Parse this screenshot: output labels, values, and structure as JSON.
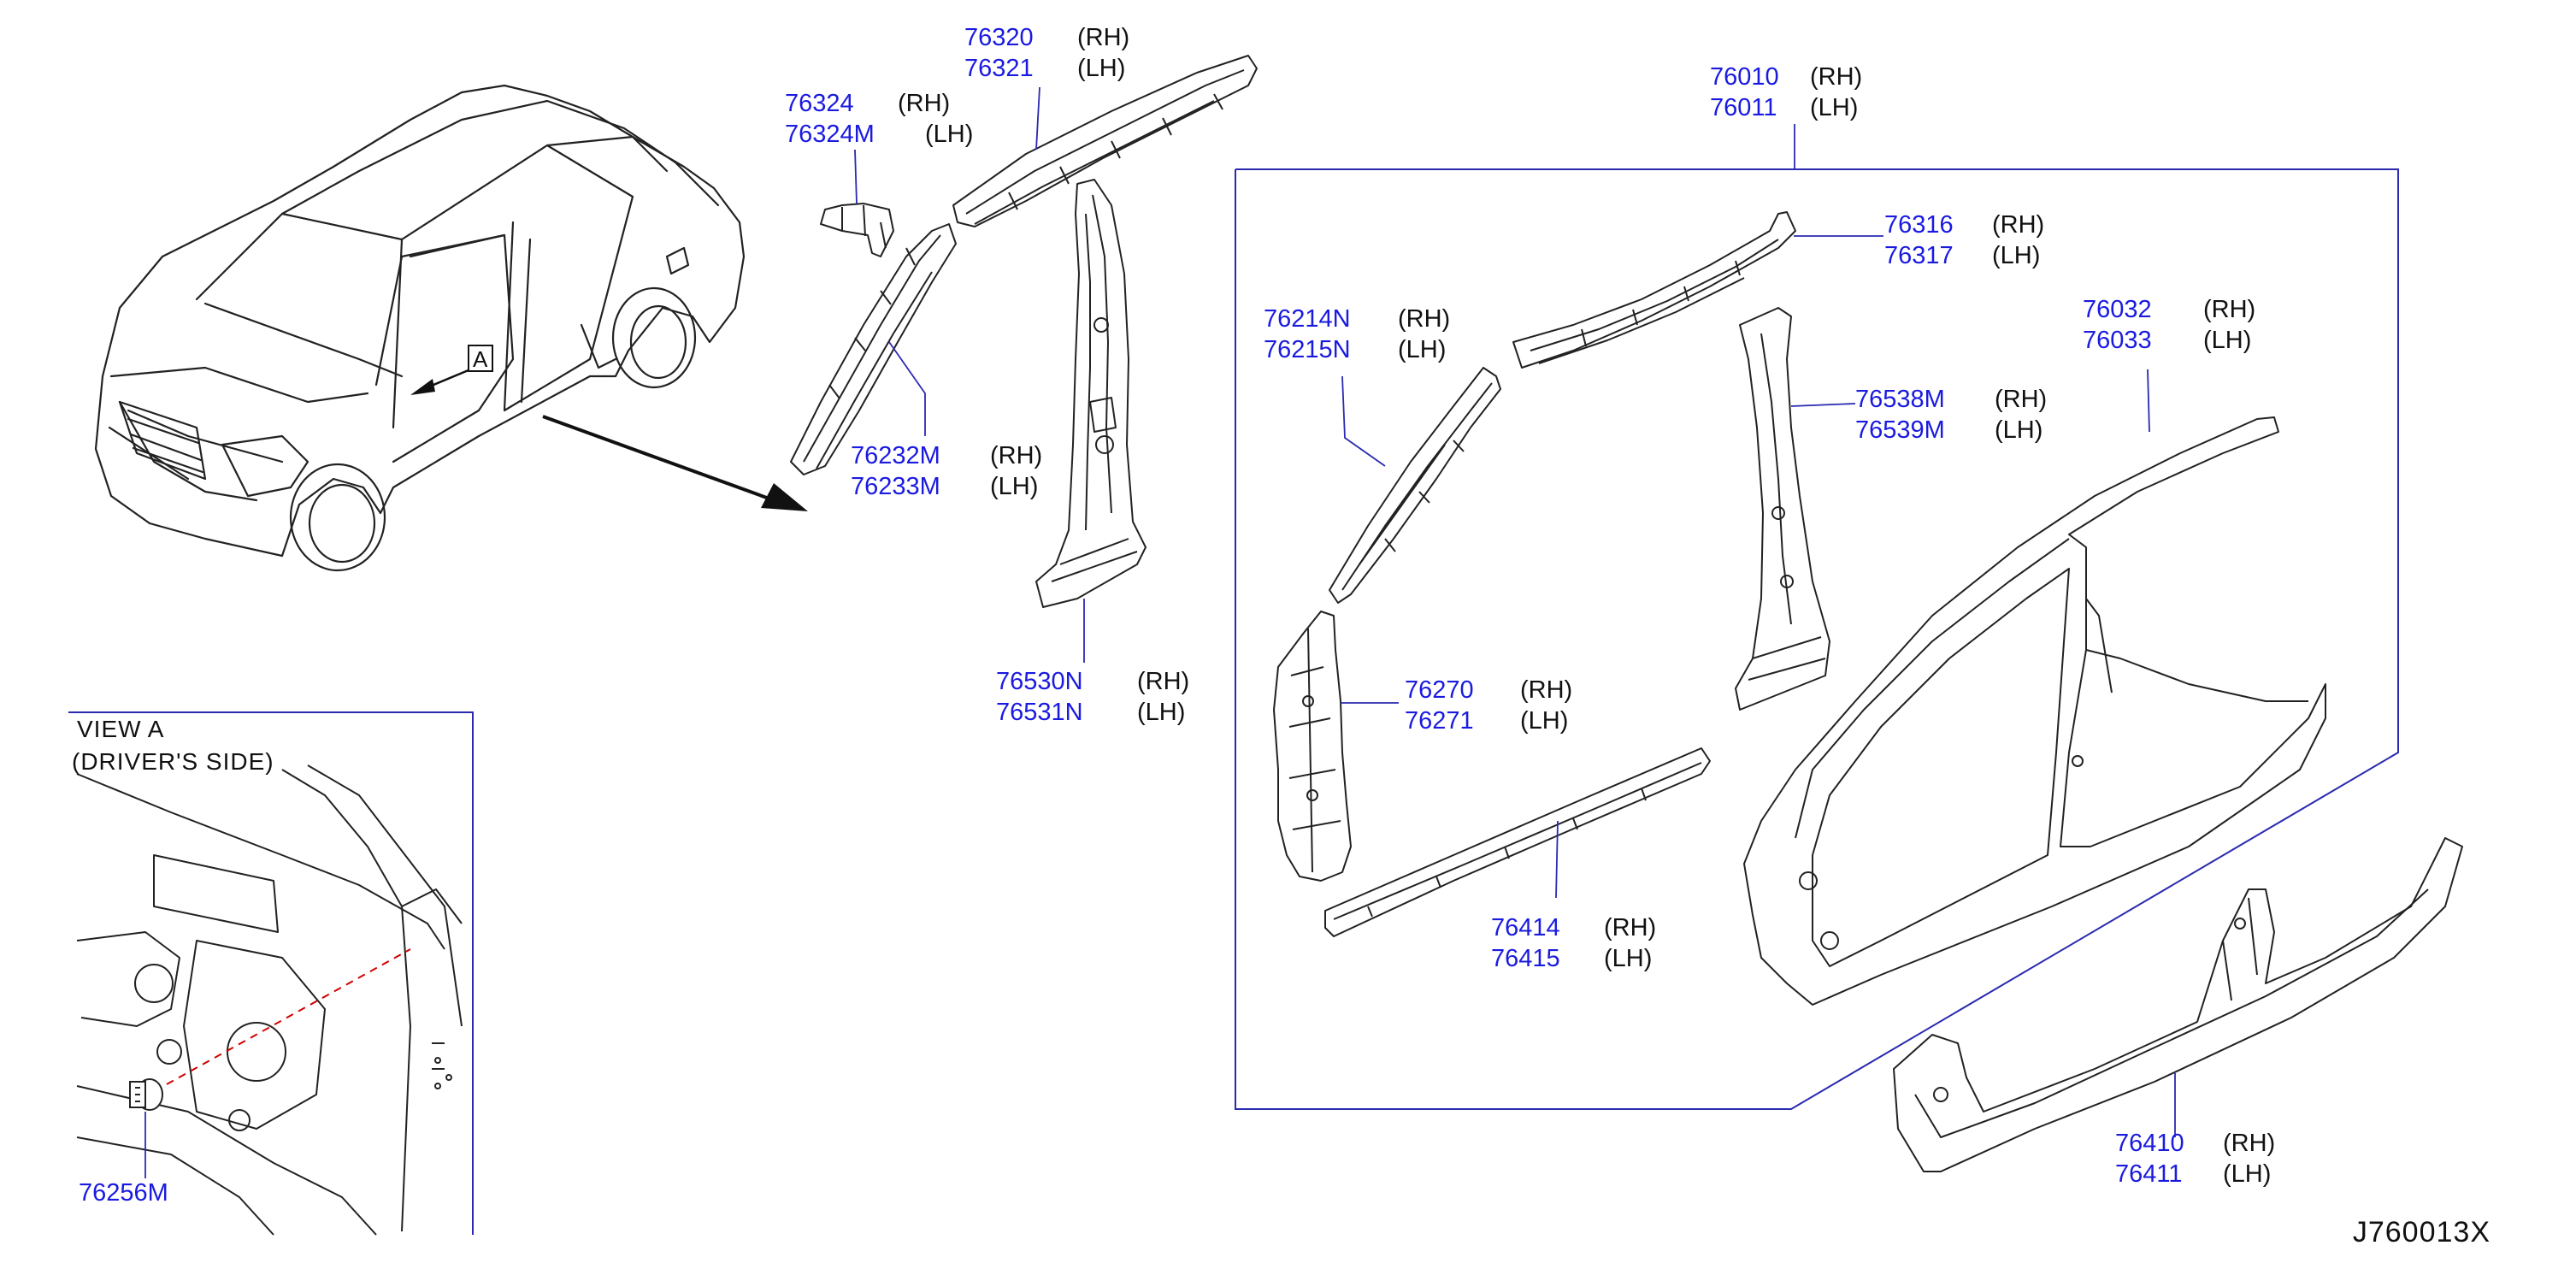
{
  "callouts": [
    {
      "id": "c1",
      "parts": [
        "76320",
        "76321"
      ],
      "sides": [
        "(RH)",
        "(LH)"
      ]
    },
    {
      "id": "c2",
      "parts": [
        "76324",
        "76324M"
      ],
      "sides": [
        "(RH)",
        "(LH)"
      ]
    },
    {
      "id": "c3",
      "parts": [
        "76232M",
        "76233M"
      ],
      "sides": [
        "(RH)",
        "(LH)"
      ]
    },
    {
      "id": "c4",
      "parts": [
        "76530N",
        "76531N"
      ],
      "sides": [
        "(RH)",
        "(LH)"
      ]
    },
    {
      "id": "c5",
      "parts": [
        "76010",
        "76011"
      ],
      "sides": [
        "(RH)",
        "(LH)"
      ]
    },
    {
      "id": "c6",
      "parts": [
        "76316",
        "76317"
      ],
      "sides": [
        "(RH)",
        "(LH)"
      ]
    },
    {
      "id": "c7",
      "parts": [
        "76214N",
        "76215N"
      ],
      "sides": [
        "(RH)",
        "(LH)"
      ]
    },
    {
      "id": "c8",
      "parts": [
        "76032",
        "76033"
      ],
      "sides": [
        "(RH)",
        "(LH)"
      ]
    },
    {
      "id": "c9",
      "parts": [
        "76538M",
        "76539M"
      ],
      "sides": [
        "(RH)",
        "(LH)"
      ]
    },
    {
      "id": "c10",
      "parts": [
        "76270",
        "76271"
      ],
      "sides": [
        "(RH)",
        "(LH)"
      ]
    },
    {
      "id": "c11",
      "parts": [
        "76414",
        "76415"
      ],
      "sides": [
        "(RH)",
        "(LH)"
      ]
    },
    {
      "id": "c12",
      "parts": [
        "76410",
        "76411"
      ],
      "sides": [
        "(RH)",
        "(LH)"
      ]
    }
  ],
  "single_parts": {
    "clip": "76256M"
  },
  "view": {
    "title": "VIEW   A",
    "subtitle": "(DRIVER'S   SIDE)",
    "marker": "A"
  },
  "diagram_code": "J760013X",
  "colors": {
    "part_number": "#1a1ae0",
    "leader": "#2a2ab0",
    "outline": "#222222",
    "section": "#d00000"
  }
}
